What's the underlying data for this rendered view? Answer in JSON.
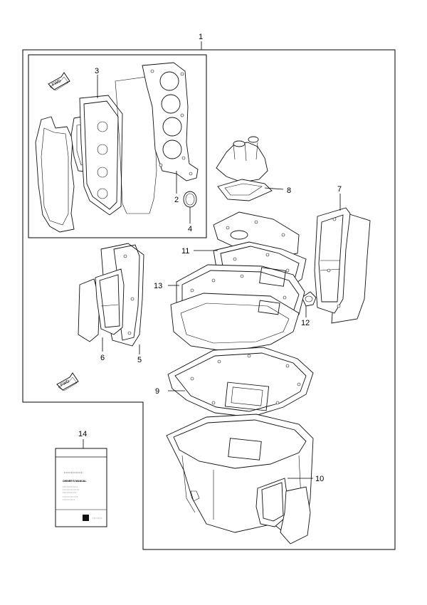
{
  "callouts": {
    "c1": "1",
    "c2": "2",
    "c3": "3",
    "c4": "4",
    "c5": "5",
    "c6": "6",
    "c7": "7",
    "c8": "8",
    "c9": "9",
    "c10": "10",
    "c11": "11",
    "c12": "12",
    "c13": "13",
    "c14": "14"
  },
  "fwd_marks": {
    "top": "FWD",
    "lower": "FWD"
  },
  "manual": {
    "title": "OWNER'S MANUAL"
  }
}
